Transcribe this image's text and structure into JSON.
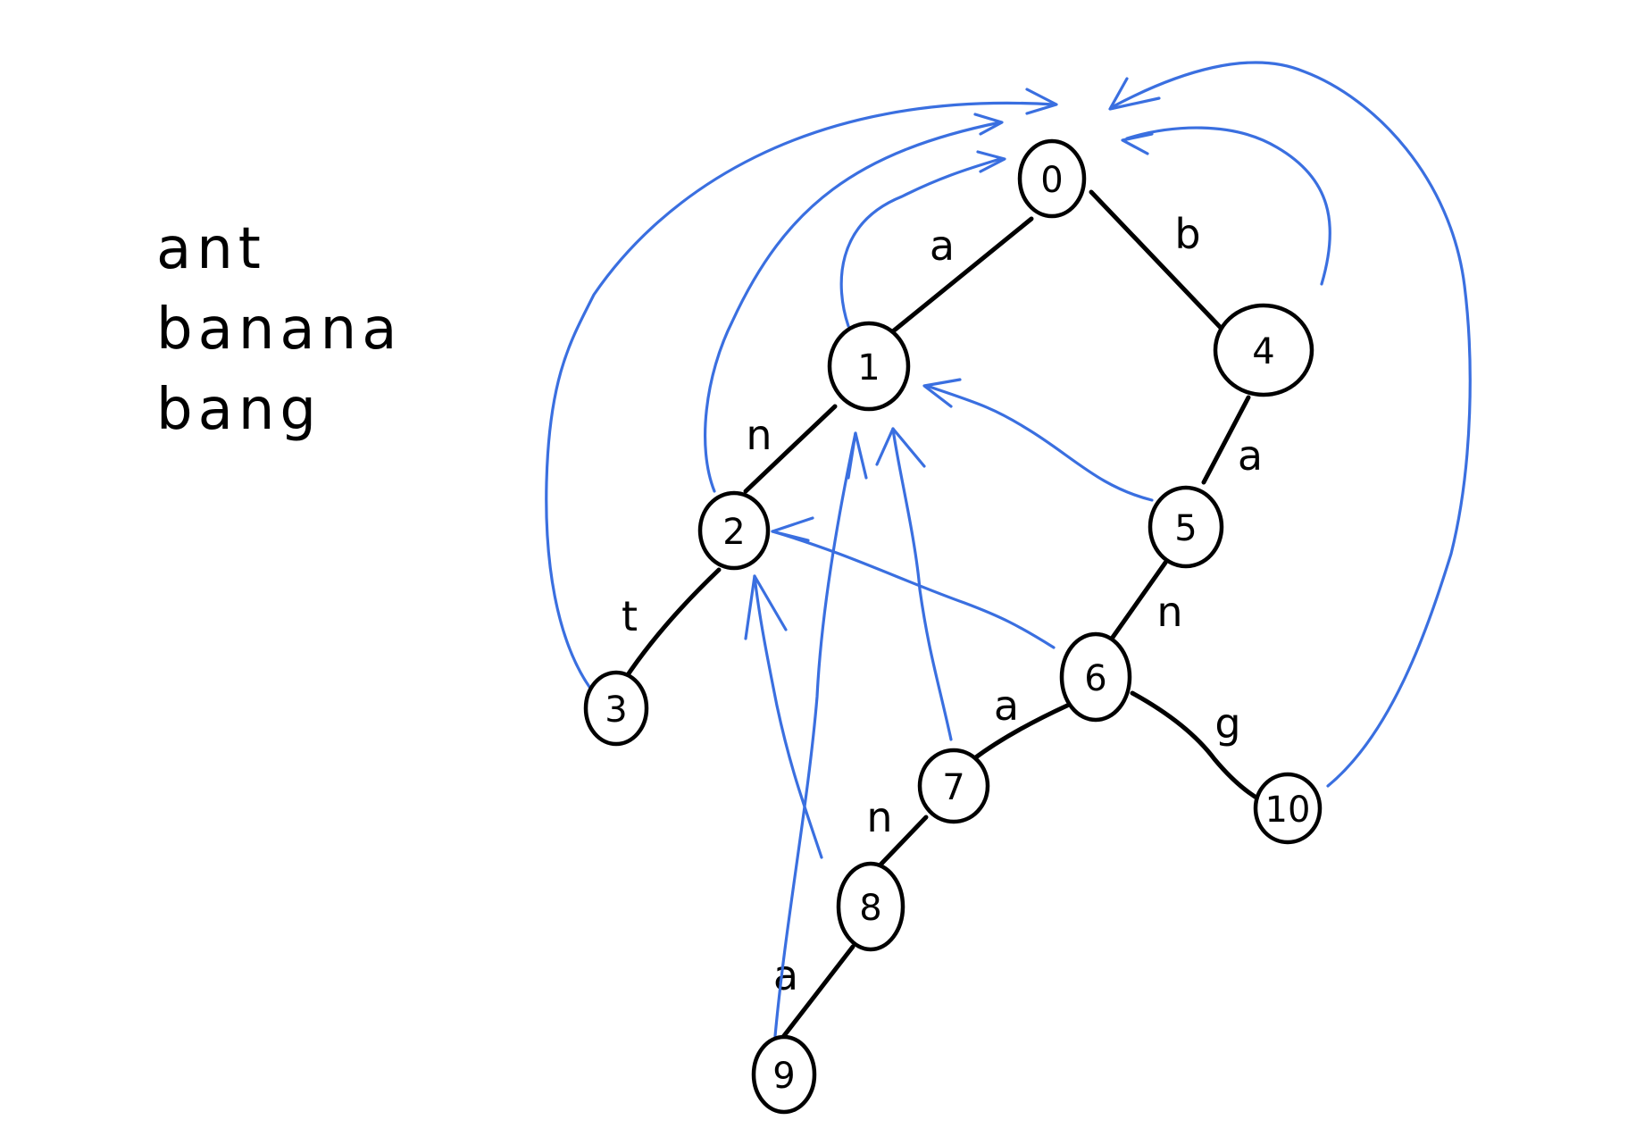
{
  "words": [
    "ant",
    "banana",
    "bang"
  ],
  "colors": {
    "tree": "#000000",
    "failure_links": "#3a6fe0"
  },
  "nodes": [
    {
      "id": "0",
      "label": "0"
    },
    {
      "id": "1",
      "label": "1"
    },
    {
      "id": "2",
      "label": "2"
    },
    {
      "id": "3",
      "label": "3"
    },
    {
      "id": "4",
      "label": "4"
    },
    {
      "id": "5",
      "label": "5"
    },
    {
      "id": "6",
      "label": "6"
    },
    {
      "id": "7",
      "label": "7"
    },
    {
      "id": "8",
      "label": "8"
    },
    {
      "id": "9",
      "label": "9"
    },
    {
      "id": "10",
      "label": "10"
    }
  ],
  "edges": [
    {
      "from": "0",
      "to": "1",
      "label": "a"
    },
    {
      "from": "1",
      "to": "2",
      "label": "n"
    },
    {
      "from": "2",
      "to": "3",
      "label": "t"
    },
    {
      "from": "0",
      "to": "4",
      "label": "b"
    },
    {
      "from": "4",
      "to": "5",
      "label": "a"
    },
    {
      "from": "5",
      "to": "6",
      "label": "n"
    },
    {
      "from": "6",
      "to": "7",
      "label": "a"
    },
    {
      "from": "7",
      "to": "8",
      "label": "n"
    },
    {
      "from": "8",
      "to": "9",
      "label": "a"
    },
    {
      "from": "6",
      "to": "10",
      "label": "g"
    }
  ],
  "failure_links": [
    {
      "from": "1",
      "to": "0"
    },
    {
      "from": "2",
      "to": "0"
    },
    {
      "from": "3",
      "to": "0"
    },
    {
      "from": "4",
      "to": "0"
    },
    {
      "from": "10",
      "to": "0"
    },
    {
      "from": "5",
      "to": "1"
    },
    {
      "from": "7",
      "to": "1"
    },
    {
      "from": "9",
      "to": "1"
    },
    {
      "from": "6",
      "to": "2"
    },
    {
      "from": "8",
      "to": "2"
    }
  ]
}
